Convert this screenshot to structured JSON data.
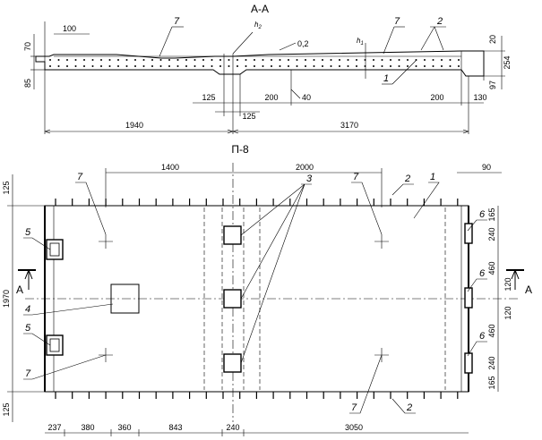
{
  "section": {
    "title": "А-А",
    "dims": {
      "d100": "100",
      "d70": "70",
      "d85": "85",
      "d125a": "125",
      "d125b": "125",
      "d200a": "200",
      "d40": "40",
      "d200b": "200",
      "d130": "130",
      "d20": "20",
      "d254": "254",
      "d97": "97",
      "d1940": "1940",
      "d3170": "3170",
      "slope": "0,2",
      "h1": "h",
      "h1_sub": "1",
      "h2": "h",
      "h2_sub": "2"
    },
    "callouts": {
      "c7a": "7",
      "c7b": "7",
      "c2": "2",
      "c1": "1"
    }
  },
  "plan": {
    "title": "П-8",
    "dims": {
      "d1400": "1400",
      "d2000": "2000",
      "d90": "90",
      "d125t": "125",
      "d1970": "1970",
      "d125b": "125",
      "d237": "237",
      "d380": "380",
      "d360": "360",
      "d843": "843",
      "d240b": "240",
      "d3050": "3050",
      "r165a": "165",
      "r240a": "240",
      "r460a": "460",
      "r120a": "120",
      "r120b": "120",
      "r460b": "460",
      "r240b": "240",
      "r165b": "165"
    },
    "callouts": {
      "c7tl": "7",
      "c7tr": "7",
      "c2t": "2",
      "c1": "1",
      "c3": "3",
      "c5a": "5",
      "c5b": "5",
      "c4": "4",
      "c7bl": "7",
      "c7br": "7",
      "c2b": "2",
      "c6a": "6",
      "c6b": "6",
      "c6c": "6"
    },
    "section_marks": {
      "left": "А",
      "right": "А"
    }
  }
}
